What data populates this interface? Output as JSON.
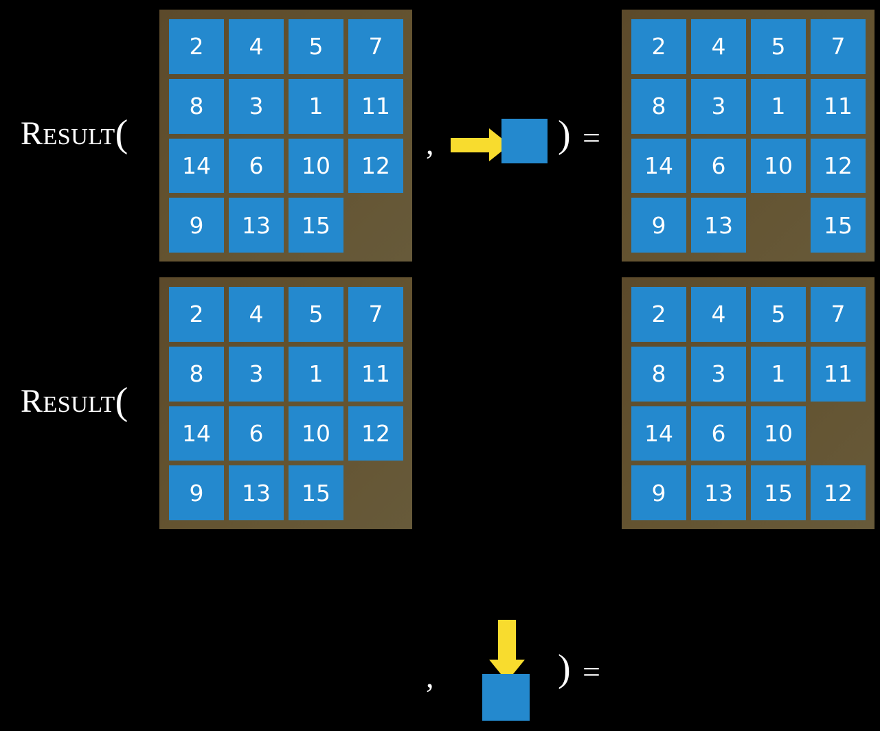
{
  "slide": {
    "name": "result-function-15-puzzle",
    "background_color": "#000000",
    "tile_color": "#2489ce",
    "board_color": "#63522f",
    "arrow_color": "#f8dc2e",
    "text_color": "#ffffff"
  },
  "symbols": {
    "result_label": "Result",
    "open_paren": "(",
    "comma": ",",
    "close_paren": ")",
    "equals": "="
  },
  "rows": [
    {
      "id": "row-top",
      "label": "Result",
      "input_board": {
        "name": "input-board-top",
        "rows": [
          [
            "2",
            "4",
            "5",
            "7"
          ],
          [
            "8",
            "3",
            "1",
            "11"
          ],
          [
            "14",
            "6",
            "10",
            "12"
          ],
          [
            "9",
            "13",
            "15",
            ""
          ]
        ]
      },
      "action": {
        "name": "move-right-action",
        "icon": "arrow-right-icon",
        "direction": "right",
        "tile_label": ""
      },
      "output_board": {
        "name": "output-board-top",
        "rows": [
          [
            "2",
            "4",
            "5",
            "7"
          ],
          [
            "8",
            "3",
            "1",
            "11"
          ],
          [
            "14",
            "6",
            "10",
            "12"
          ],
          [
            "9",
            "13",
            "",
            "15"
          ]
        ]
      }
    },
    {
      "id": "row-bottom",
      "label": "Result",
      "input_board": {
        "name": "input-board-bottom",
        "rows": [
          [
            "2",
            "4",
            "5",
            "7"
          ],
          [
            "8",
            "3",
            "1",
            "11"
          ],
          [
            "14",
            "6",
            "10",
            "12"
          ],
          [
            "9",
            "13",
            "15",
            ""
          ]
        ]
      },
      "action": {
        "name": "move-down-action",
        "icon": "arrow-down-icon",
        "direction": "down",
        "tile_label": ""
      },
      "output_board": {
        "name": "output-board-bottom",
        "rows": [
          [
            "2",
            "4",
            "5",
            "7"
          ],
          [
            "8",
            "3",
            "1",
            "11"
          ],
          [
            "14",
            "6",
            "10",
            ""
          ],
          [
            "9",
            "13",
            "15",
            "12"
          ]
        ]
      }
    }
  ]
}
